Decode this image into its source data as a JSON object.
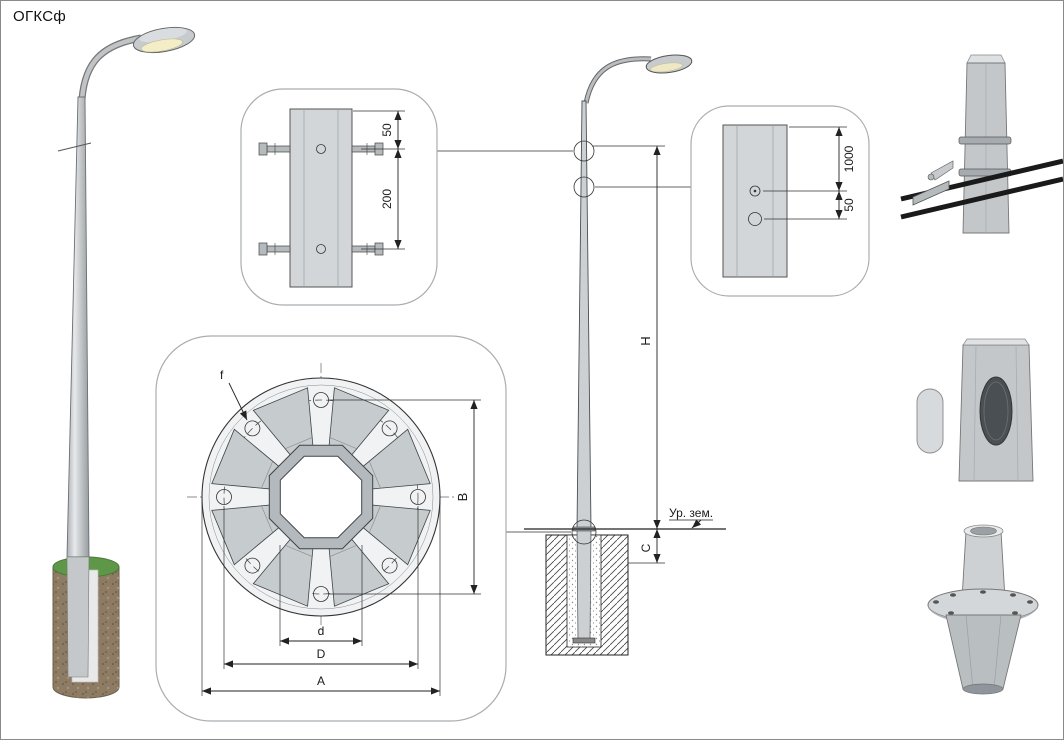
{
  "title": "ОГКСф",
  "palette": {
    "pole_gray": "#ccd0d3",
    "detail_gray": "#9aa0a4",
    "grass_green": "#5e9747",
    "soil_brown": "#8d7c63",
    "line": "#222222"
  },
  "detail_clamp": {
    "dim_top": "50",
    "dim_spacing": "200"
  },
  "detail_hole": {
    "dim_top": "1000",
    "dim_spacing": "50"
  },
  "elevation": {
    "height": "H",
    "embed": "C",
    "ground": "Ур. зем."
  },
  "flange": {
    "hole": "f",
    "bolt_span": "B",
    "inner": "d",
    "bolt_circle": "D",
    "outer": "A"
  }
}
